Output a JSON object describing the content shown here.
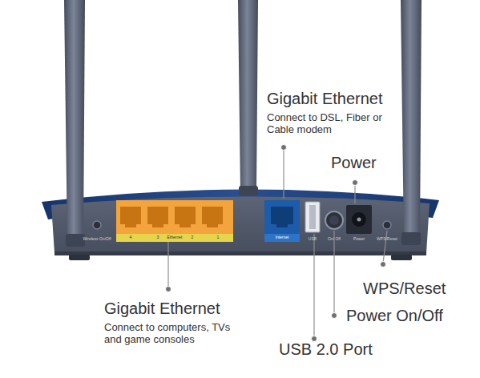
{
  "diagram": {
    "labels": [
      "Gigabit Ethernet",
      "Connect to DSL, Fiber or Cable modem",
      "Power",
      "WPS/Reset",
      "Power On/Off",
      "USB 2.0 Port",
      "Gigabit Ethernet",
      "Connect to computers, TVs and game consoles",
      "Wireless On/Off",
      "4",
      "3",
      "Ethernet",
      "2",
      "1",
      "Internet",
      "USB",
      "On/ Off",
      "Power",
      "WPS/Reset"
    ]
  }
}
